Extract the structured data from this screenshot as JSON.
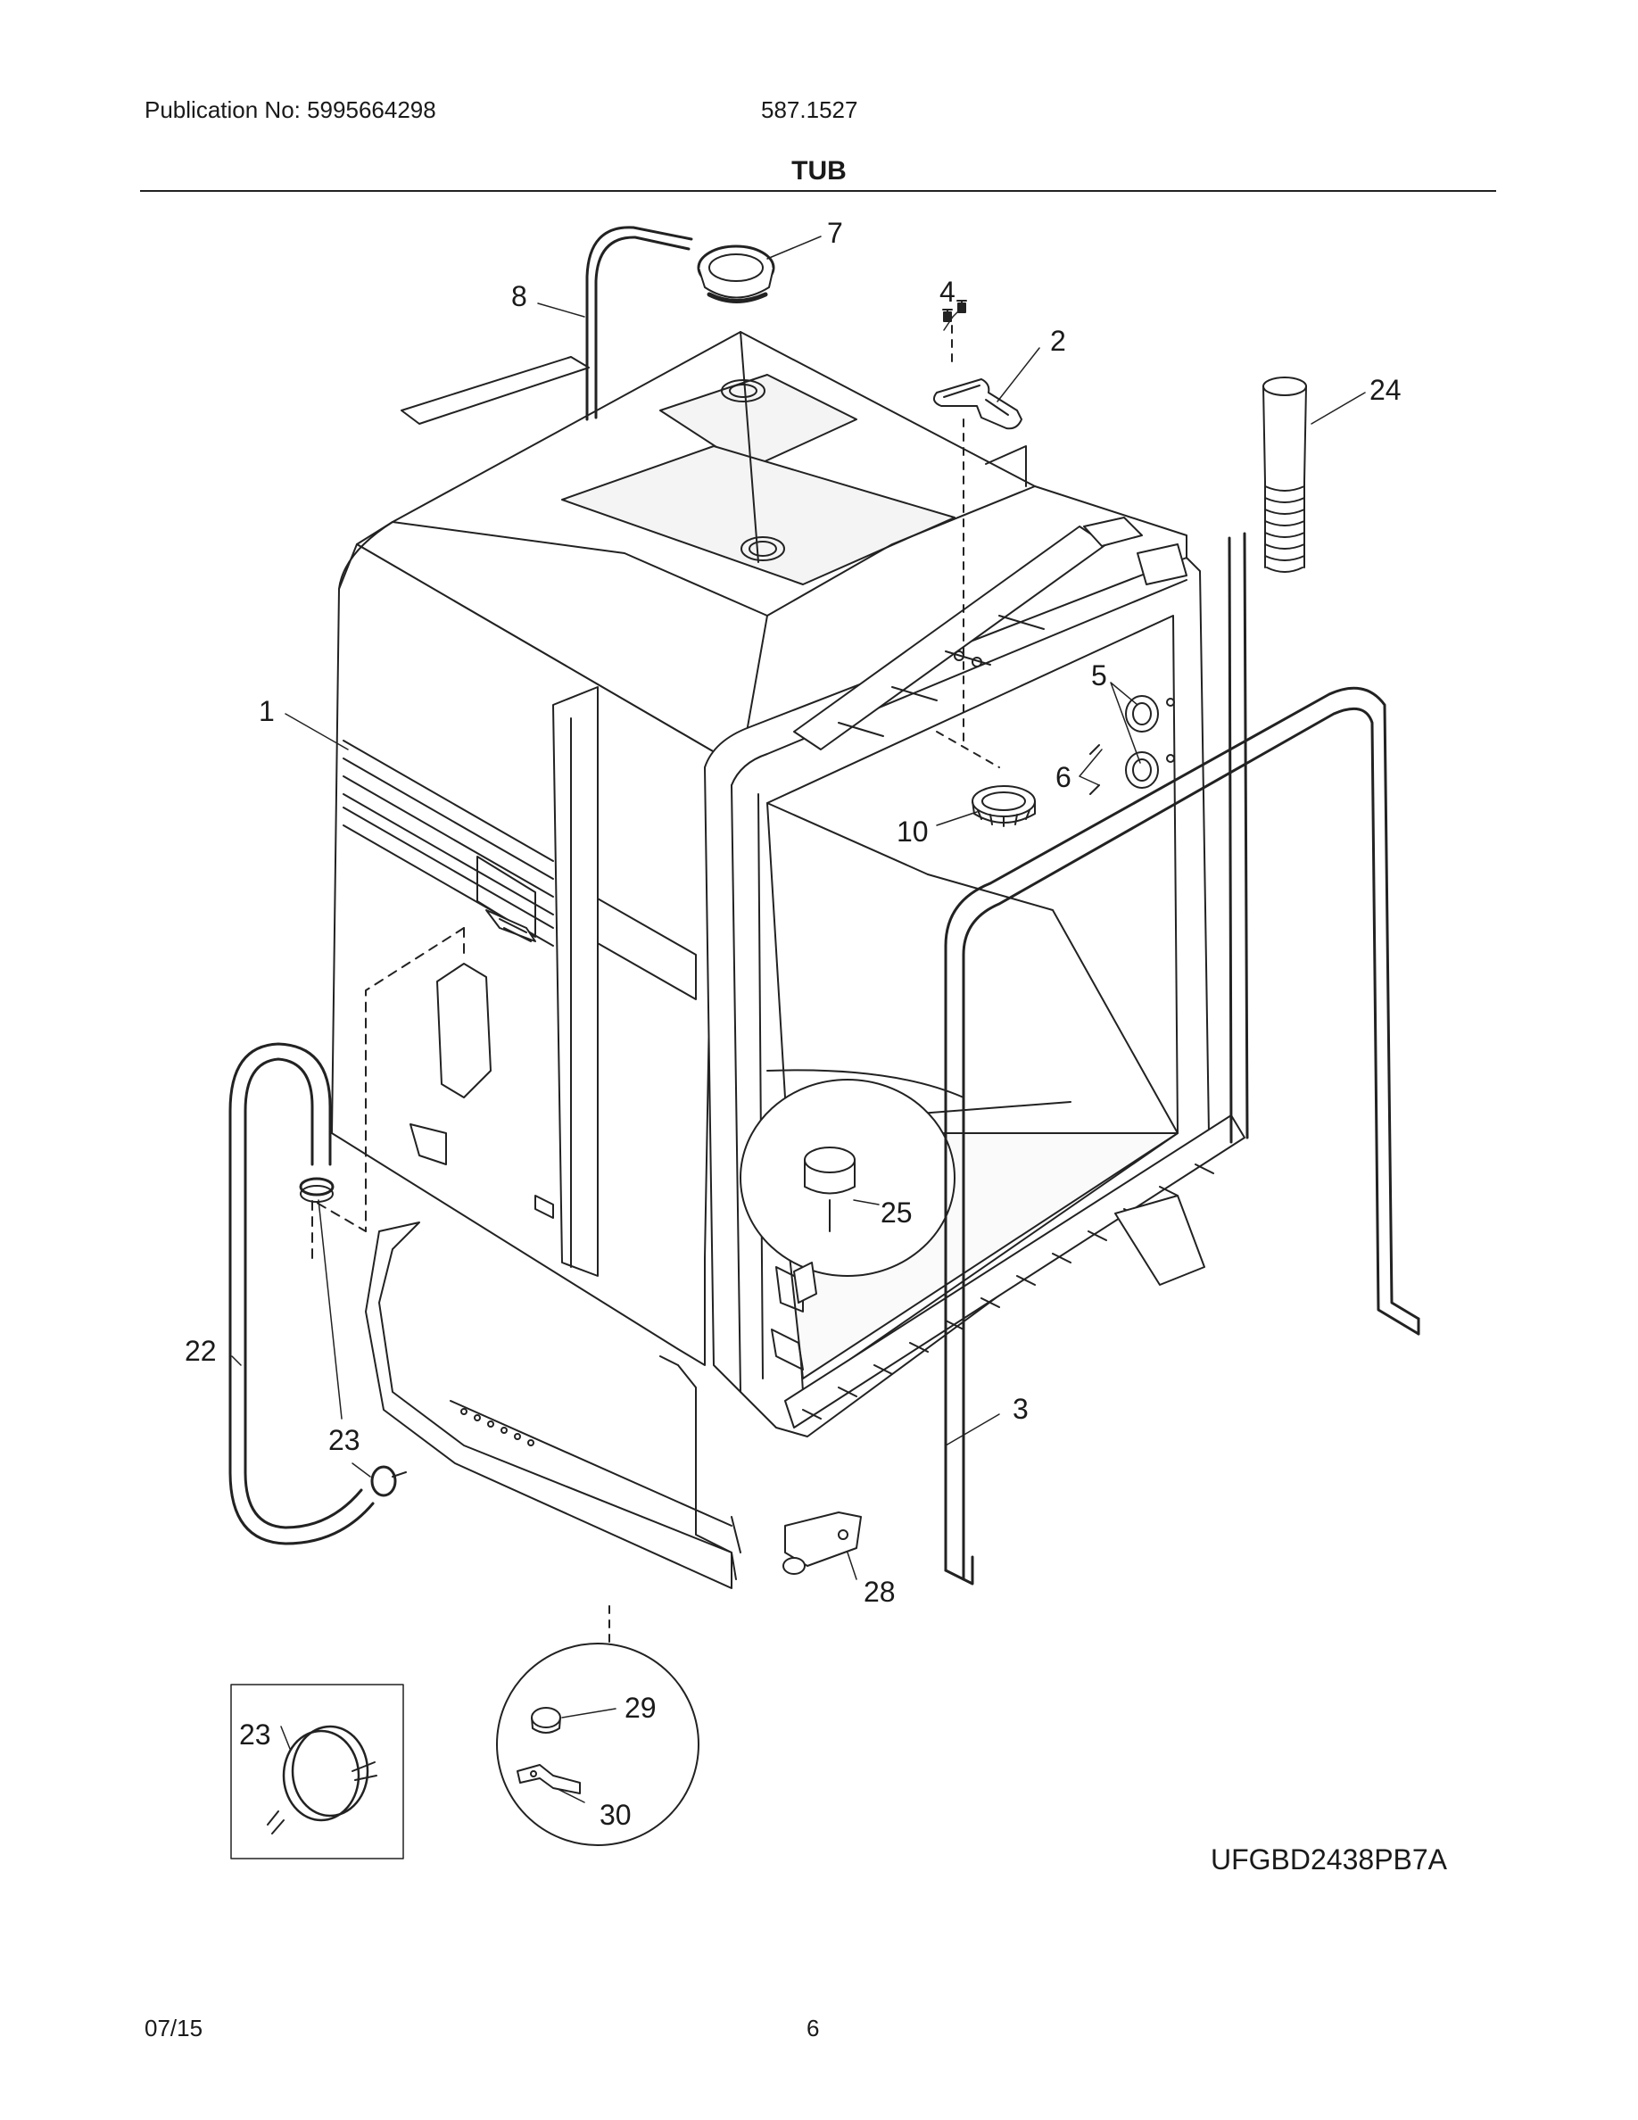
{
  "header": {
    "publication": "Publication No: 5995664298",
    "model_number": "587.1527",
    "section_title": "TUB"
  },
  "callouts": {
    "c1": "1",
    "c2": "2",
    "c3": "3",
    "c4": "4",
    "c5": "5",
    "c6": "6",
    "c7": "7",
    "c8": "8",
    "c10": "10",
    "c22": "22",
    "c23a": "23",
    "c24": "24",
    "c25": "25",
    "c28": "28",
    "c29": "29",
    "c30": "30",
    "c23b": "23"
  },
  "footer": {
    "model_code": "UFGBD2438PB7A",
    "date": "07/15",
    "page": "6"
  }
}
